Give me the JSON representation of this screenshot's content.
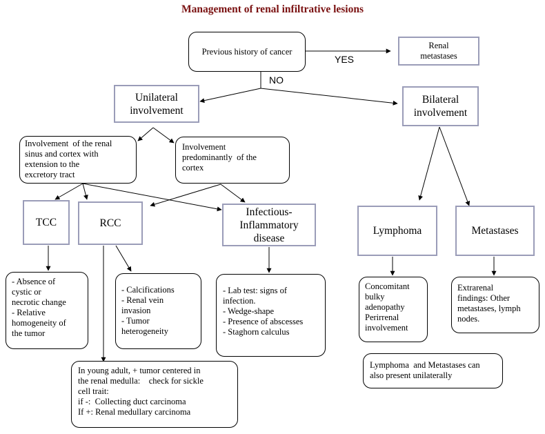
{
  "title": "Management of renal  infiltrative lesions",
  "nodes": {
    "history": "Previous history of cancer",
    "renal_metastases": [
      "Renal",
      "metastases"
    ],
    "unilateral": [
      "Unilateral",
      "involvement"
    ],
    "bilateral": [
      "Bilateral",
      "involvement"
    ],
    "sinus": [
      "Involvement  of the renal",
      "sinus and cortex with",
      "extension to the",
      "excretory tract"
    ],
    "cortex": [
      "Involvement",
      "predominantly  of the",
      "cortex"
    ],
    "tcc": "TCC",
    "rcc": "RCC",
    "infectious": [
      "Infectious-",
      "Inflammatory",
      "disease"
    ],
    "lymphoma": "Lymphoma",
    "metastases": "Metastases",
    "tcc_findings": [
      "- Absence of",
      "cystic or",
      "necrotic change",
      "- Relative",
      "homogeneity of",
      "the tumor"
    ],
    "rcc_findings": [
      "- Calcifications",
      "- Renal vein",
      "invasion",
      "- Tumor",
      "heterogeneity"
    ],
    "infectious_findings": [
      "- Lab test: signs of",
      "infection.",
      "- Wedge-shape",
      "- Presence of abscesses",
      "- Staghorn calculus"
    ],
    "lymphoma_findings": [
      "Concomitant",
      "bulky",
      "adenopathy",
      "Perirrenal",
      "involvement"
    ],
    "metastases_findings": [
      "Extrarenal",
      "findings: Other",
      "metastases, lymph",
      "nodes."
    ],
    "note": [
      "Lymphoma  and Metastases can",
      "also present unilaterally"
    ],
    "young_adult": [
      "In young adult, + tumor centered in",
      "the renal medulla:    check for sickle",
      "cell trait:",
      "if -:  Collecting duct carcinoma",
      "If +: Renal medullary carcinoma"
    ]
  },
  "edge_labels": {
    "yes": "YES",
    "no": "NO"
  }
}
